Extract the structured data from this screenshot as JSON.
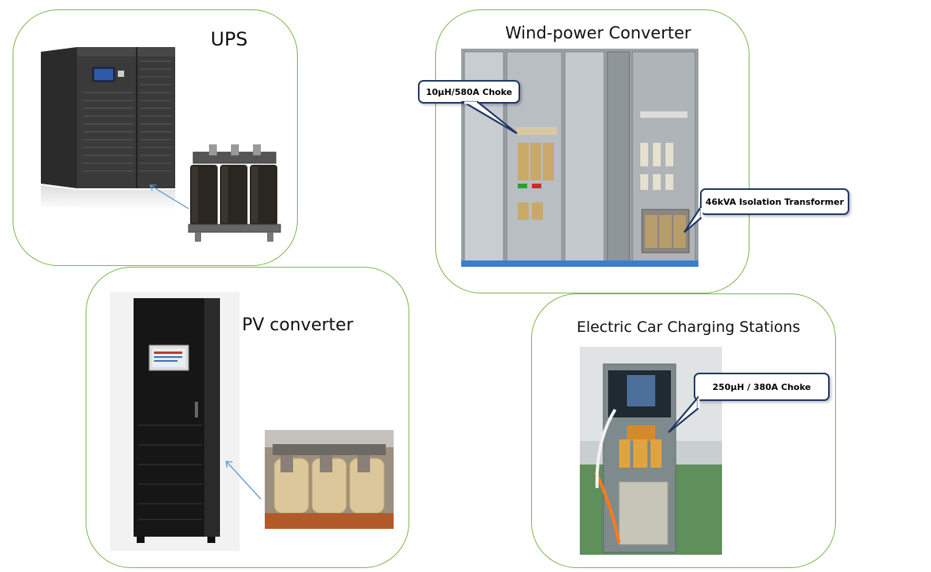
{
  "panels": {
    "ups": {
      "title": "UPS"
    },
    "wind": {
      "title": "Wind-power Converter",
      "callout_choke": "10μH/580A Choke",
      "callout_transformer": "46kVA Isolation Transformer"
    },
    "pv": {
      "title": "PV converter"
    },
    "ev": {
      "title": "Electric Car Charging Stations",
      "callout_choke": "250μH / 380A Choke"
    }
  },
  "colors": {
    "panel_border": "#7ab648",
    "callout_border": "#1f3864",
    "arrow": "#5b9bd5"
  }
}
